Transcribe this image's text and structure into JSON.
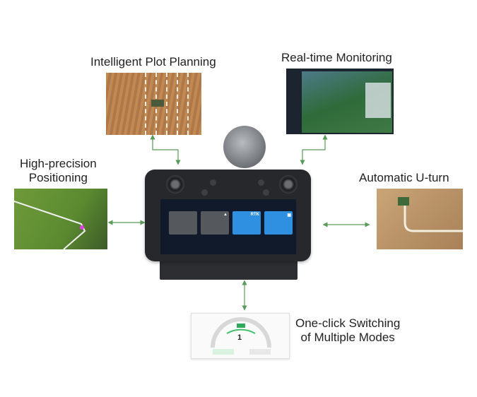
{
  "features": {
    "plot_planning": "Intelligent Plot Planning",
    "monitoring": "Real-time Monitoring",
    "positioning_line1": "High-precision",
    "positioning_line2": "Positioning",
    "uturn": "Automatic U-turn",
    "switching_line1": "One-click Switching",
    "switching_line2": "of Multiple Modes"
  },
  "controller_screen": {
    "rtk_label": "RTK"
  },
  "mode_screen": {
    "value": "1"
  },
  "colors": {
    "arrow": "#5a9a5a",
    "tile_blue": "#2f8fe0",
    "tile_gray": "#55585c"
  }
}
